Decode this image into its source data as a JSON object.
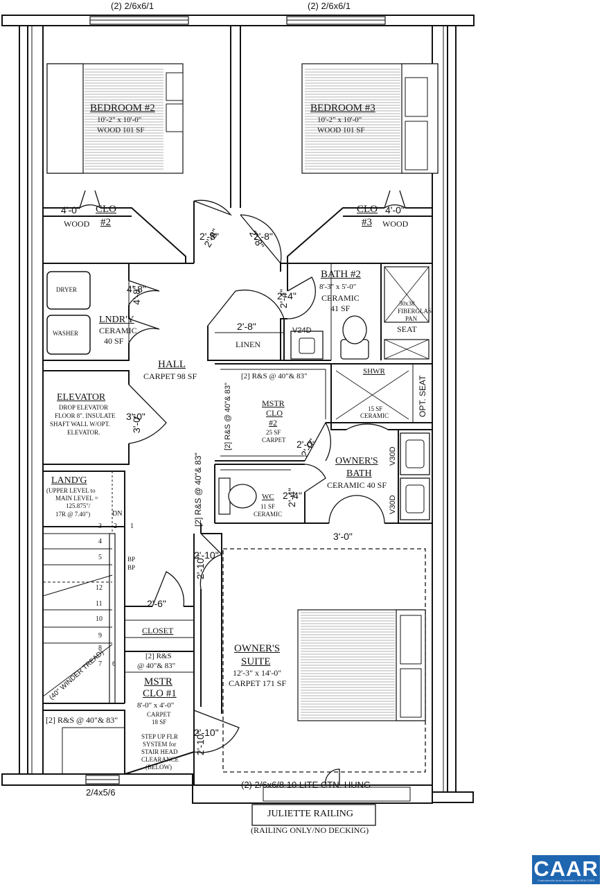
{
  "top_windows": {
    "left": "(2) 2/6x6/1",
    "right": "(2) 2/6x6/1"
  },
  "bedroom2": {
    "name": "BEDROOM #2",
    "size": "10'-2\" x 10'-0\"",
    "floor": "WOOD 101 SF"
  },
  "bedroom3": {
    "name": "BEDROOM #3",
    "size": "10'-2\" x 10'-0\"",
    "floor": "WOOD 101 SF"
  },
  "clo2": {
    "width": "4'-0\"",
    "name": "CLO",
    "num": "#2",
    "floor": "WOOD"
  },
  "clo3": {
    "width": "4'-0\"",
    "name": "CLO",
    "num": "#3",
    "floor": "WOOD"
  },
  "doors": {
    "bed2": "2'-8\"",
    "bed3": "2'-8\"",
    "laundry": "4'-8\"",
    "bath2": "2'-4\"",
    "linen": "2'-8\"",
    "elevator": "3'-0\"",
    "mstr_clo2": "2'-0\"",
    "wc": "2'-4\"",
    "owners_bath": "3'-0\"",
    "hall_suite": "2'-10\"",
    "closet": "2'-6\"",
    "suite": "2'-10\""
  },
  "laundry": {
    "dryer": "DRYER",
    "washer": "WASHER",
    "name": "LNDR'Y",
    "floor": "CERAMIC",
    "area": "40 SF"
  },
  "bath2": {
    "name": "BATH #2",
    "size": "8'-3\" x 5'-0\"",
    "floor": "CERAMIC",
    "area": "41 SF",
    "vanity": "V24D",
    "pan1": "30x38",
    "pan2": "FIBERGLAS",
    "pan3": "PAN",
    "seat": "SEAT"
  },
  "linen": "LINEN",
  "hall": {
    "name": "HALL",
    "floor": "CARPET 98 SF"
  },
  "elevator": {
    "name": "ELEVATOR",
    "note1": "DROP ELEVATOR",
    "note2": "FLOOR 8\". INSULATE",
    "note3": "SHAFT WALL W/OPT.",
    "note4": "ELEVATOR."
  },
  "mstr_clo2": {
    "rs_top": "[2] R&S @ 40\"& 83\"",
    "rs_side": "[2] R&S @ 40\"& 83\"",
    "name1": "MSTR",
    "name2": "CLO",
    "num": "#2",
    "area": "25 SF",
    "floor": "CARPET"
  },
  "hall_rs": "[2] R&S @ 40\"& 83\"",
  "shower": {
    "name": "SHWR",
    "area": "15 SF",
    "floor": "CERAMIC",
    "opt_seat": "OPT. SEAT"
  },
  "owners_bath": {
    "name1": "OWNER'S",
    "name2": "BATH",
    "floor": "CERAMIC 40 SF",
    "vanity1": "V30D",
    "vanity2": "V30D"
  },
  "wc": {
    "name": "WC",
    "area": "11 SF",
    "floor": "CERAMIC"
  },
  "landing": {
    "name": "LAND'G",
    "n1": "(UPPER LEVEL to",
    "n2": "MAIN LEVEL =",
    "n3": "125.875\"/",
    "n4": "17R @ 7.40\")",
    "dn": "DN"
  },
  "stair": {
    "steps": [
      "1",
      "2",
      "3",
      "4",
      "5",
      "6",
      "7",
      "8",
      "9",
      "10",
      "11",
      "12"
    ],
    "bp1": "BP",
    "bp2": "BP",
    "winder": "(40° WINDER TREAD)"
  },
  "closet": "CLOSET",
  "mstr_clo1": {
    "rs1": "[2] R&S",
    "rs2": "@ 40\"& 83\"",
    "name1": "MSTR",
    "name2": "CLO #1",
    "size": "8'-0\" x 4'-0\"",
    "floor": "CARPET",
    "area": "18 SF"
  },
  "bottom_rs": "[2] R&S @ 40\"& 83\"",
  "step_up": {
    "l1": "STEP UP FLR",
    "l2": "SYSTEM for",
    "l3": "STAIR HEAD",
    "l4": "CLEARANCE",
    "l5": "(BELOW)"
  },
  "owners_suite": {
    "name1": "OWNER'S",
    "name2": "SUITE",
    "size": "12'-3\" x 14'-0\"",
    "floor": "CARPET 171 SF"
  },
  "bottom_window": "2/4x5/6",
  "suite_windows": "(2) 2/6x6/8 10 LITE CTN. HUNG",
  "juliette": "JULIETTE RAILING",
  "juliette_note": "(RAILING ONLY/NO DECKING)",
  "logo": {
    "text": "CAAR",
    "sub": "Charlottesville Area Association of REALTORS"
  }
}
